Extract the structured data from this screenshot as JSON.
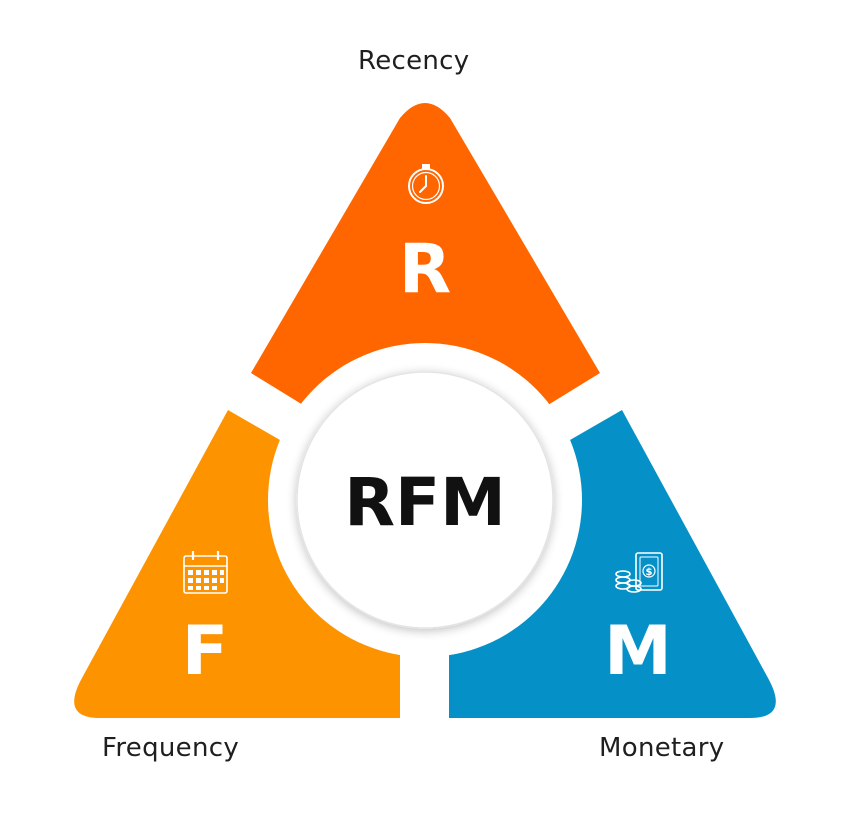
{
  "center": {
    "label": "RFM"
  },
  "segments": {
    "recency": {
      "letter": "R",
      "label": "Recency",
      "color": "#ff6600",
      "icon": "stopwatch-icon"
    },
    "frequency": {
      "letter": "F",
      "label": "Frequency",
      "color": "#fe9300",
      "icon": "calendar-icon"
    },
    "monetary": {
      "letter": "M",
      "label": "Monetary",
      "color": "#0591c8",
      "icon": "money-icon"
    }
  }
}
